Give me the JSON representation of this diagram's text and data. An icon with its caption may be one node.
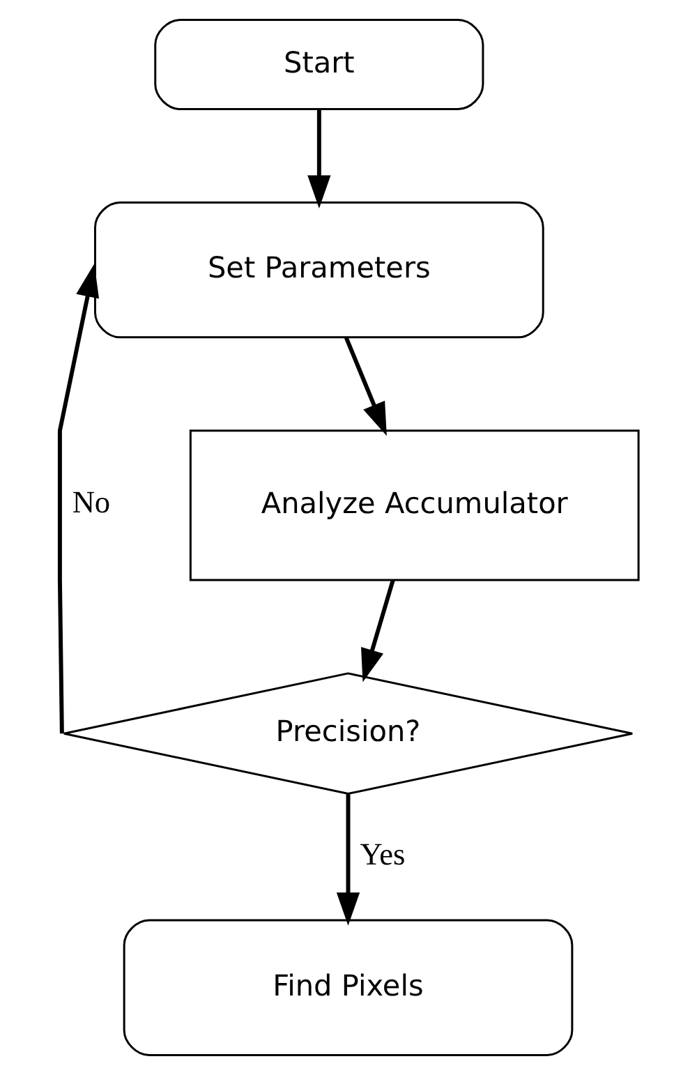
{
  "diagram": {
    "nodes": [
      {
        "text": [
          "Start"
        ]
      },
      {
        "text": [
          "Set Parameters"
        ]
      },
      {
        "text": [
          "Analyze Accumulator"
        ]
      },
      {
        "text": [
          "Precision?"
        ]
      },
      {
        "text": [
          "Find Pixels"
        ]
      }
    ],
    "edges": [
      {
        "from": 0,
        "to": 1,
        "arrow": "to"
      },
      {
        "from": 1,
        "to": 2,
        "arrow": "to"
      },
      {
        "from": 2,
        "to": 3,
        "arrow": "to"
      },
      {
        "from": 3,
        "to": 1,
        "arrow": "to",
        "label": "No"
      },
      {
        "from": 3,
        "to": 4,
        "arrow": "to",
        "label": "Yes"
      }
    ]
  }
}
